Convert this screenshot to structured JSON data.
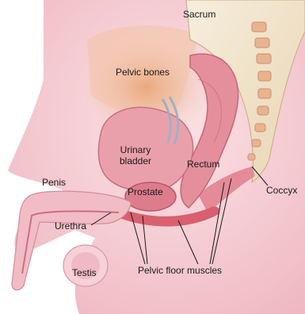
{
  "labels": {
    "sacrum": "Sacrum",
    "pelvic_bones": "Pelvic bones",
    "urinary_bladder": "Urinary bladder",
    "rectum": "Rectum",
    "penis": "Penis",
    "prostate": "Prostate",
    "coccyx": "Coccyx",
    "urethra": "Urethra",
    "testis": "Testis",
    "pelvic_floor_muscles": "Pelvic floor muscles"
  },
  "colors": {
    "skin": "#f4c9cf",
    "tissue": "#e79aa6",
    "muscle": "#d9707f",
    "bone": "#f1e6c9",
    "pelvic_bone_glow": "#e59a6a",
    "leader_line": "#1a1a1a"
  }
}
